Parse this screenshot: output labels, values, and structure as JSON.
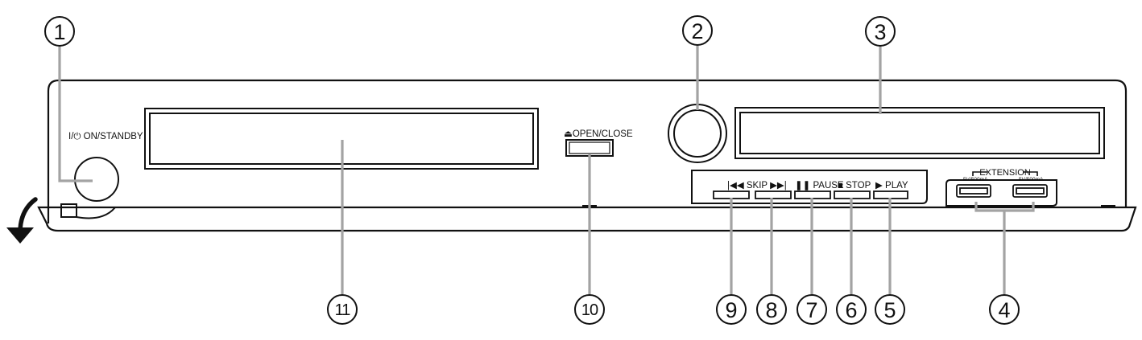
{
  "panel": {
    "power_label": "I/⏻ ON/STANDBY",
    "open_close_label": "⏏OPEN/CLOSE",
    "skip_label": "|◀◀  SKIP  ▶▶|",
    "pause_label": "❚❚ PAUSE",
    "stop_label": "■ STOP",
    "play_label": "▶ PLAY",
    "extension_label": "EXTENSION",
    "port_rating_left": "5V/500mA",
    "port_rating_right": "5V/500mA"
  },
  "callouts": {
    "c1": "1",
    "c2": "2",
    "c3": "3",
    "c4": "4",
    "c5": "5",
    "c6": "6",
    "c7": "7",
    "c8": "8",
    "c9": "9",
    "c10": "10",
    "c11": "11"
  }
}
